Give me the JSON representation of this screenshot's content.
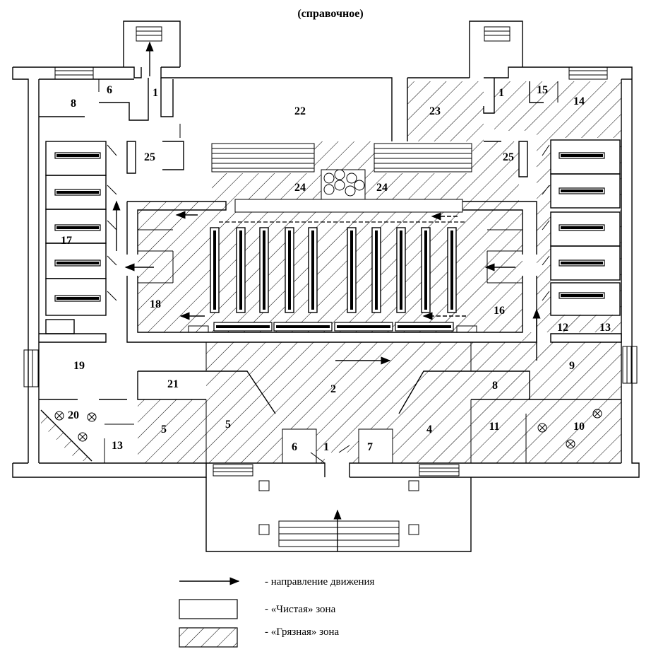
{
  "header": {
    "title": "(справочное)"
  },
  "room_labels": {
    "r1_top_left": "1",
    "r1_top_right": "1",
    "r1_bottom": "1",
    "r2": "2",
    "r4": "4",
    "r5_left": "5",
    "r5_mid": "5",
    "r6_top": "6",
    "r6_bottom": "6",
    "r7": "7",
    "r8_top": "8",
    "r8_bottom": "8",
    "r9": "9",
    "r10": "10",
    "r11": "11",
    "r12": "12",
    "r13_right": "13",
    "r13_left": "13",
    "r14": "14",
    "r15": "15",
    "r16": "16",
    "r17": "17",
    "r18": "18",
    "r19": "19",
    "r20": "20",
    "r21": "21",
    "r22": "22",
    "r23": "23",
    "r24_left": "24",
    "r24_right": "24",
    "r25_left": "25",
    "r25_right": "25"
  },
  "legend": {
    "arrow_label": "- направление движения",
    "clean_label": "- «Чистая» зона",
    "dirty_label": "- «Грязная» зона"
  },
  "colors": {
    "line": "#000000",
    "background": "#ffffff"
  }
}
